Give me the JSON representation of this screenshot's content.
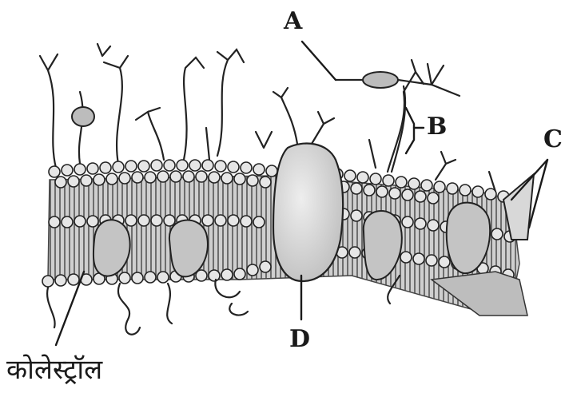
{
  "diagram": {
    "labels": {
      "a": "A",
      "b": "B",
      "c": "C",
      "d": "D",
      "cholesterol": "कोलेस्ट्रॉल"
    },
    "colors": {
      "ink": "#1a1a1a",
      "protein_fill": "#dcdcdc",
      "membrane_fill": "#d2d2d2"
    }
  }
}
